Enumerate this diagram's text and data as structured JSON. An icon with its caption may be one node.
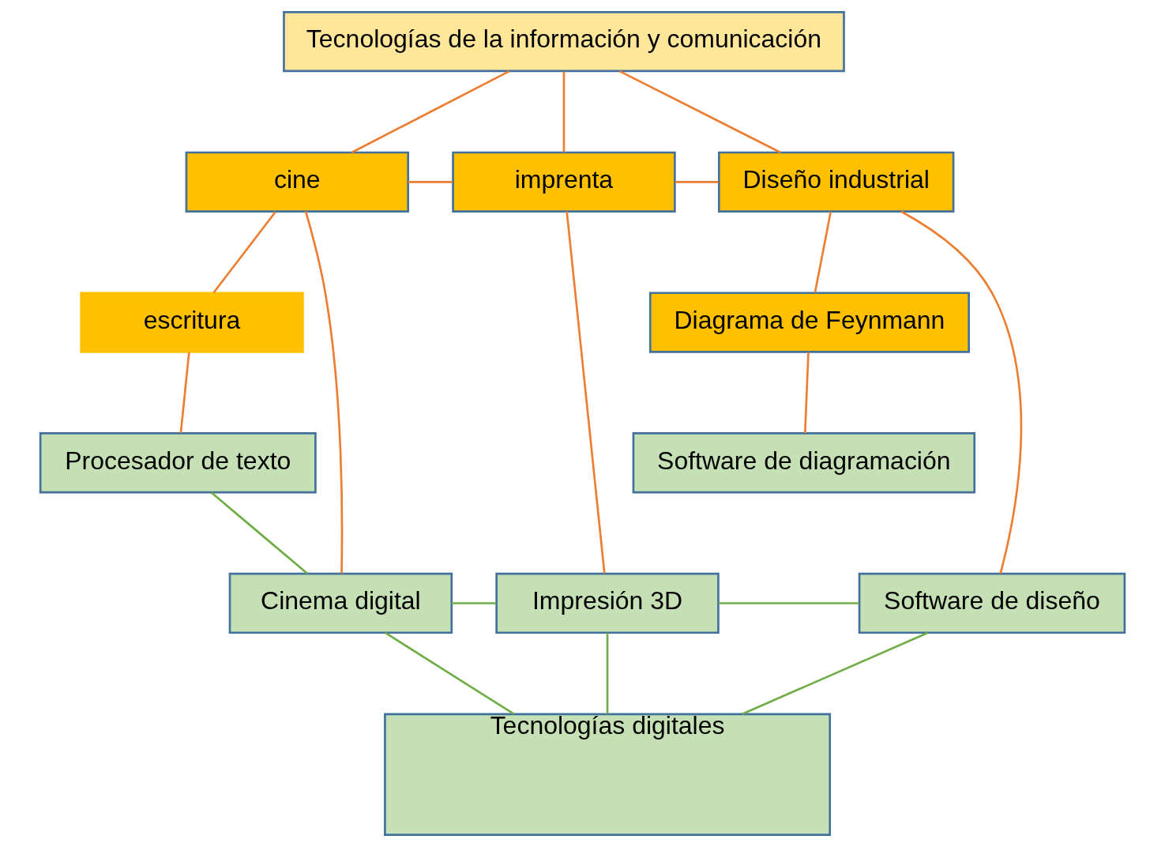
{
  "diagram": {
    "nodes": [
      {
        "text": [
          "Tecnologías de la información y comunicación"
        ]
      },
      {
        "text": [
          "cine"
        ]
      },
      {
        "text": [
          "imprenta"
        ]
      },
      {
        "text": [
          "Diseño industrial"
        ]
      },
      {
        "text": [
          "escritura"
        ]
      },
      {
        "text": [
          "Diagrama de Feynmann"
        ]
      },
      {
        "text": [
          "Procesador de texto"
        ]
      },
      {
        "text": [
          "Software de diagramación"
        ]
      },
      {
        "text": [
          "Cinema digital"
        ]
      },
      {
        "text": [
          "Impresión 3D"
        ]
      },
      {
        "text": [
          "Software de diseño"
        ]
      },
      {
        "text": [
          "Tecnologías digitales"
        ]
      }
    ],
    "edges": [
      {
        "from": 0,
        "to": 1,
        "arrow": "none"
      },
      {
        "from": 0,
        "to": 2,
        "arrow": "none"
      },
      {
        "from": 0,
        "to": 3,
        "arrow": "none"
      },
      {
        "from": 1,
        "to": 2,
        "arrow": "none"
      },
      {
        "from": 2,
        "to": 3,
        "arrow": "none"
      },
      {
        "from": 1,
        "to": 4,
        "arrow": "none"
      },
      {
        "from": 3,
        "to": 5,
        "arrow": "none"
      },
      {
        "from": 4,
        "to": 6,
        "arrow": "none"
      },
      {
        "from": 1,
        "to": 8,
        "arrow": "none"
      },
      {
        "from": 2,
        "to": 9,
        "arrow": "none"
      },
      {
        "from": 3,
        "to": 10,
        "arrow": "none"
      },
      {
        "from": 5,
        "to": 7,
        "arrow": "none"
      },
      {
        "from": 6,
        "to": 8,
        "arrow": "none",
        "color": "#70ad47"
      },
      {
        "from": 8,
        "to": 9,
        "arrow": "none",
        "color": "#70ad47"
      },
      {
        "from": 9,
        "to": 10,
        "arrow": "none",
        "color": "#70ad47"
      },
      {
        "from": 8,
        "to": 11,
        "arrow": "none",
        "color": "#70ad47"
      },
      {
        "from": 9,
        "to": 11,
        "arrow": "none",
        "color": "#70ad47"
      },
      {
        "from": 10,
        "to": 11,
        "arrow": "none",
        "color": "#70ad47"
      }
    ]
  }
}
